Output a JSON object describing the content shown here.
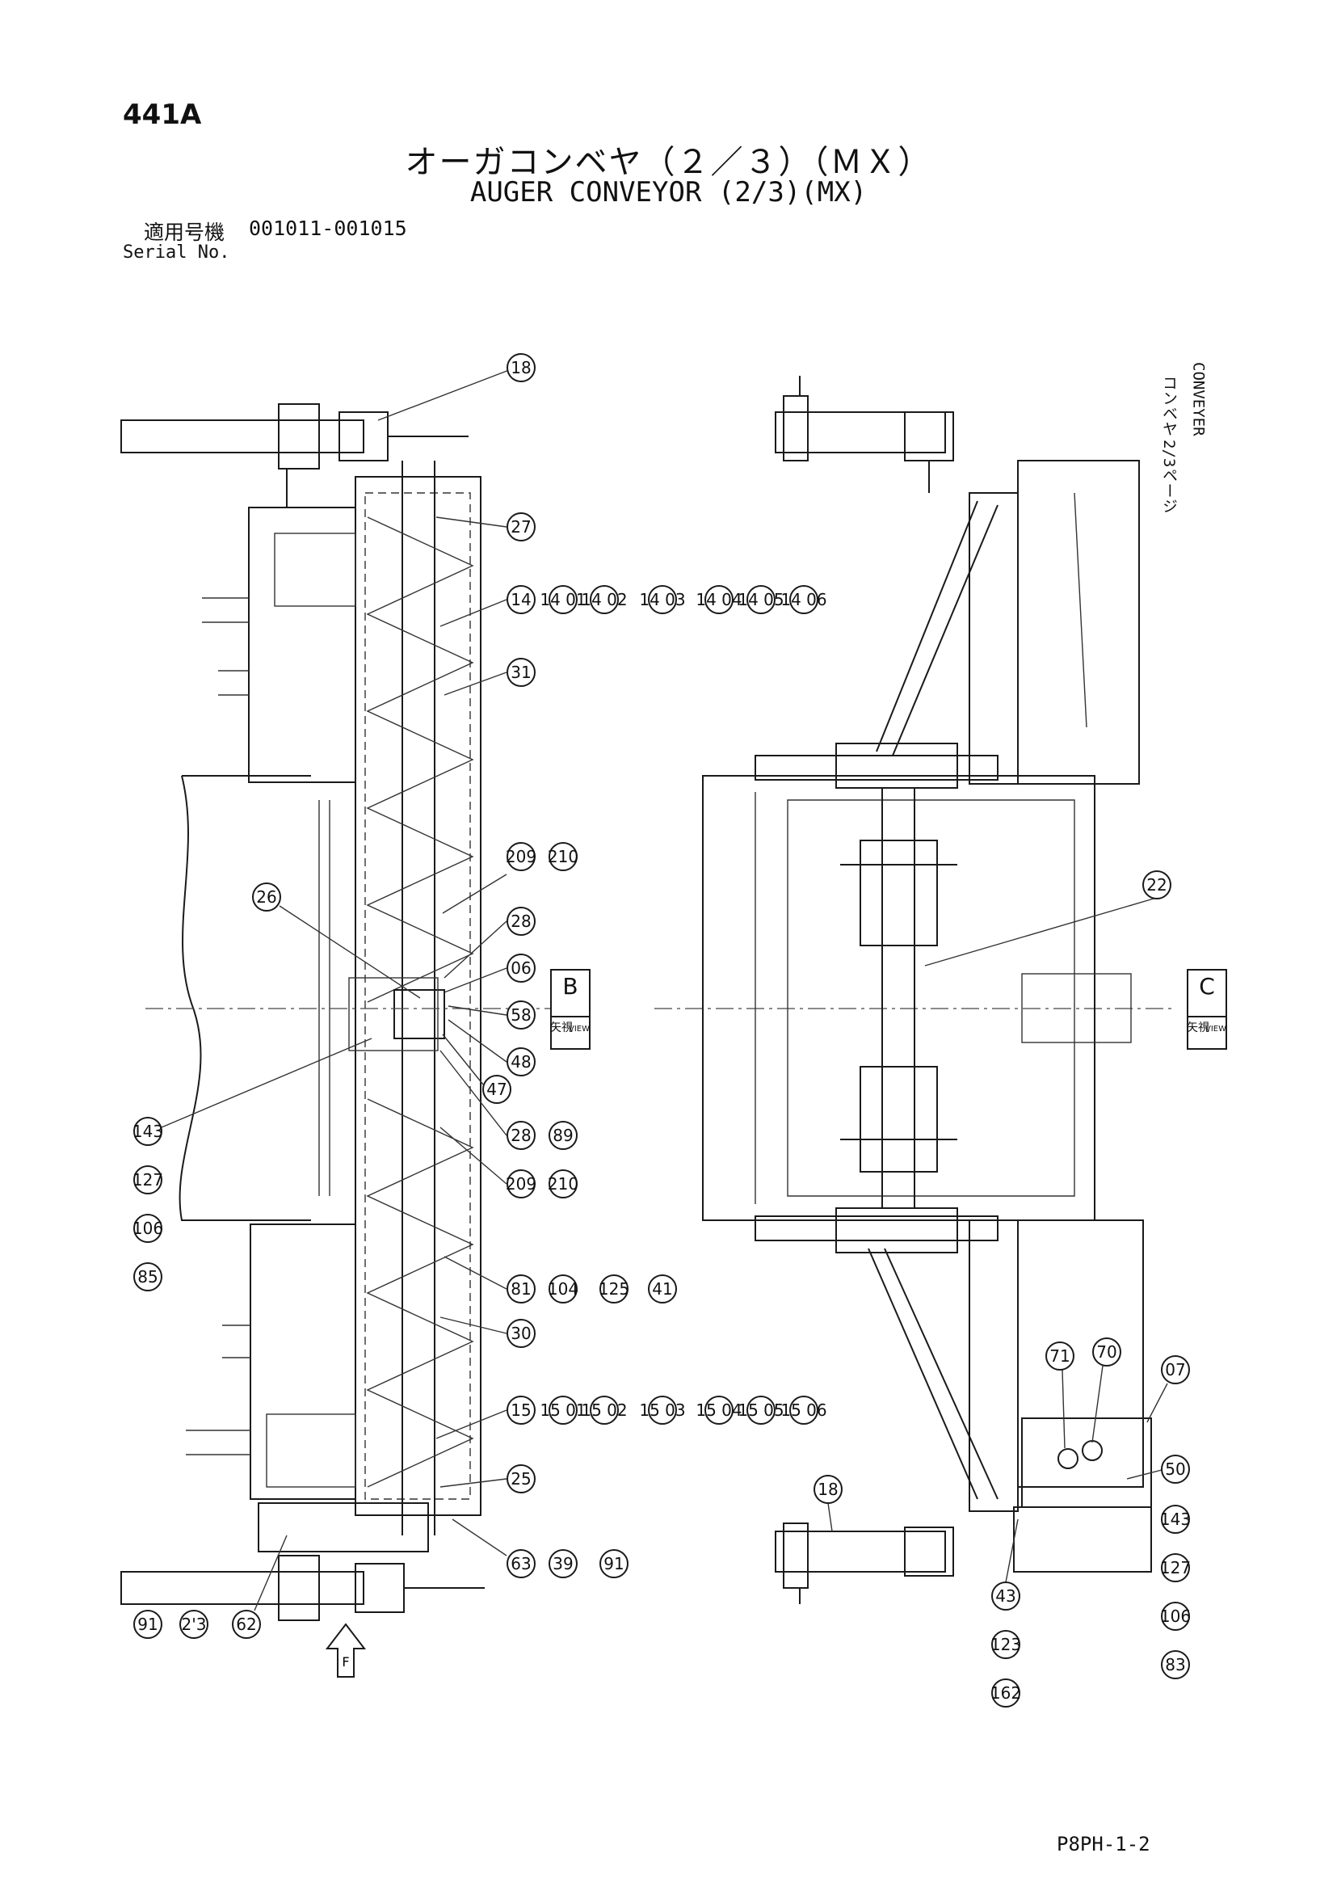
{
  "header": {
    "page_number": "441A",
    "title_jp": "オーガコンベヤ（２／３）（ＭＸ）",
    "title_en": "AUGER CONVEYOR (2/3)(MX)",
    "serial_label_jp": "適用号機",
    "serial_range": "001011-001015",
    "serial_label_en": "Serial No."
  },
  "side_note": {
    "line1": "コンベヤ",
    "line2": "CONVEYER",
    "line3": "2/3ページ"
  },
  "footer": {
    "doc_code": "P8PH-1-2"
  },
  "callouts": {
    "c18a": "18",
    "c27": "27",
    "c14": "14",
    "c14_01": "14 01",
    "c14_02": "14 02",
    "c14_03": "14 03",
    "c14_04": "14 04",
    "c14_05": "14 05",
    "c14_06": "14 06",
    "c31": "31",
    "c209a": "209",
    "c210a": "210",
    "c26": "26",
    "c28a": "28",
    "c06": "06",
    "c58": "58",
    "c48": "48",
    "c47": "47",
    "c28b": "28",
    "c89": "89",
    "c209b": "209",
    "c210b": "210",
    "c143a": "143",
    "c127a": "127",
    "c106a": "106",
    "c85": "85",
    "c81": "81",
    "c104": "104",
    "c125": "125",
    "c41": "41",
    "c30": "30",
    "c15": "15",
    "c15_01": "15 01",
    "c15_02": "15 02",
    "c15_03": "15 03",
    "c15_04": "15 04",
    "c15_05": "15 05",
    "c15_06": "15 06",
    "c25": "25",
    "c63": "63",
    "c39": "39",
    "c91a": "91",
    "c91b": "91",
    "c2_3": "2'3",
    "c62": "62",
    "c22": "22",
    "c71": "71",
    "c70": "70",
    "c07": "07",
    "c50": "50",
    "c143b": "143",
    "c127b": "127",
    "c106b": "106",
    "c83": "83",
    "c18b": "18",
    "c43": "43",
    "c123": "123",
    "c162": "162"
  },
  "views": {
    "view_b": {
      "jp": "矢視",
      "en": "VIEW",
      "letter": "B"
    },
    "view_c": {
      "jp": "矢視",
      "en": "VIEW",
      "letter": "C"
    }
  },
  "arrow_label": "F"
}
